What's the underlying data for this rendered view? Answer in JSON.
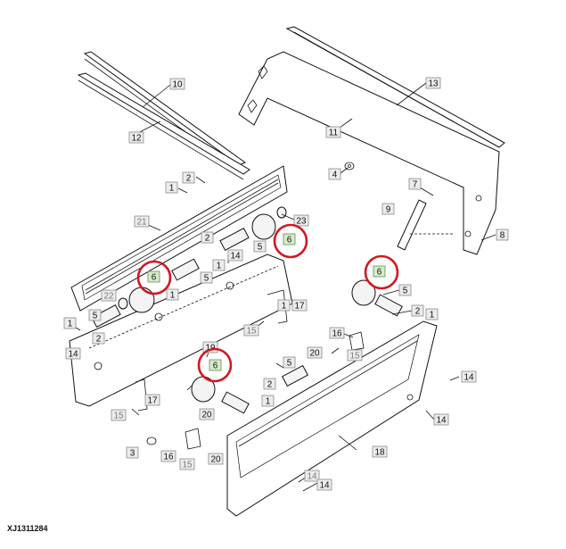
{
  "drawing_ref": "XJ1311284",
  "callouts": {
    "c10": "10",
    "c12": "12",
    "c13": "13",
    "c11": "11",
    "c2a": "2",
    "c1a": "1",
    "c4": "4",
    "c7": "7",
    "c9": "9",
    "c8": "8",
    "c21": "21",
    "c23": "23",
    "c2b": "2",
    "c5a": "5",
    "c6a": "6",
    "c14a": "14",
    "c1b": "1",
    "c6b": "6",
    "c5b": "5",
    "c1c": "1",
    "c22": "22",
    "c1d": "1",
    "c5c": "5",
    "c2c": "2",
    "c1e": "1",
    "c17a": "17",
    "c6c": "6",
    "c5d": "5",
    "c2d": "2",
    "c1f": "1",
    "c15a": "15",
    "c14b": "14",
    "c16a": "16",
    "c15b": "15",
    "c20a": "20",
    "c19": "19",
    "c6d": "6",
    "c5e": "5",
    "c2e": "2",
    "c1g": "1",
    "c17b": "17",
    "c15c": "15",
    "c20b": "20",
    "c3": "3",
    "c16b": "16",
    "c15d": "15",
    "c20c": "20",
    "c18": "18",
    "c14c": "14",
    "c14d": "14",
    "c14e": "14",
    "c14f": "14"
  },
  "highlight_color": "#d0181f"
}
